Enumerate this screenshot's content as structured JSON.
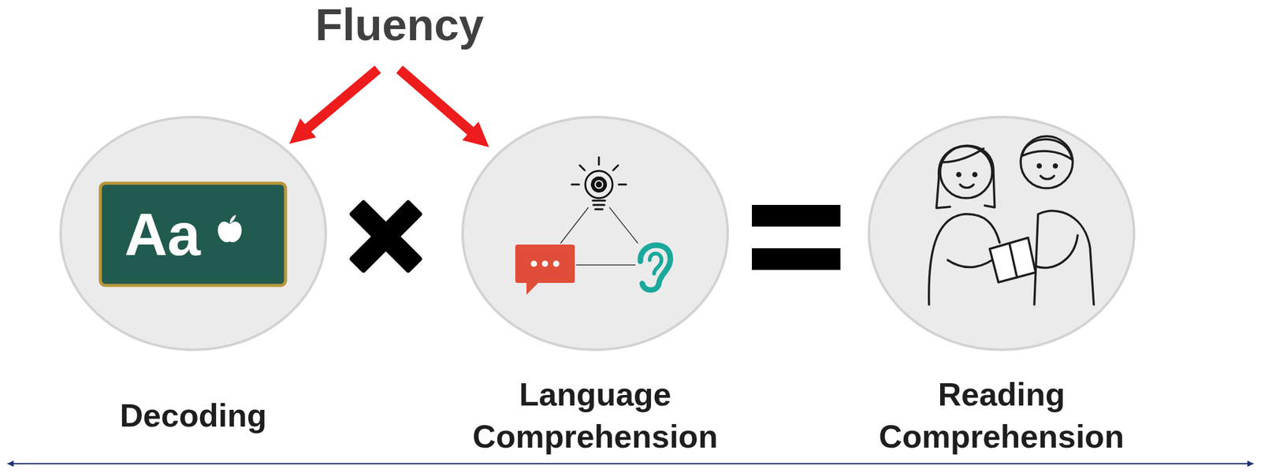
{
  "diagram": {
    "nodes": [
      {
        "text": [
          "Aa",
          "Decoding"
        ]
      },
      {
        "text": [
          "Language Comprehension"
        ]
      },
      {
        "text": [
          "Reading Comprehension"
        ]
      }
    ],
    "labels": [
      "Fluency"
    ]
  }
}
